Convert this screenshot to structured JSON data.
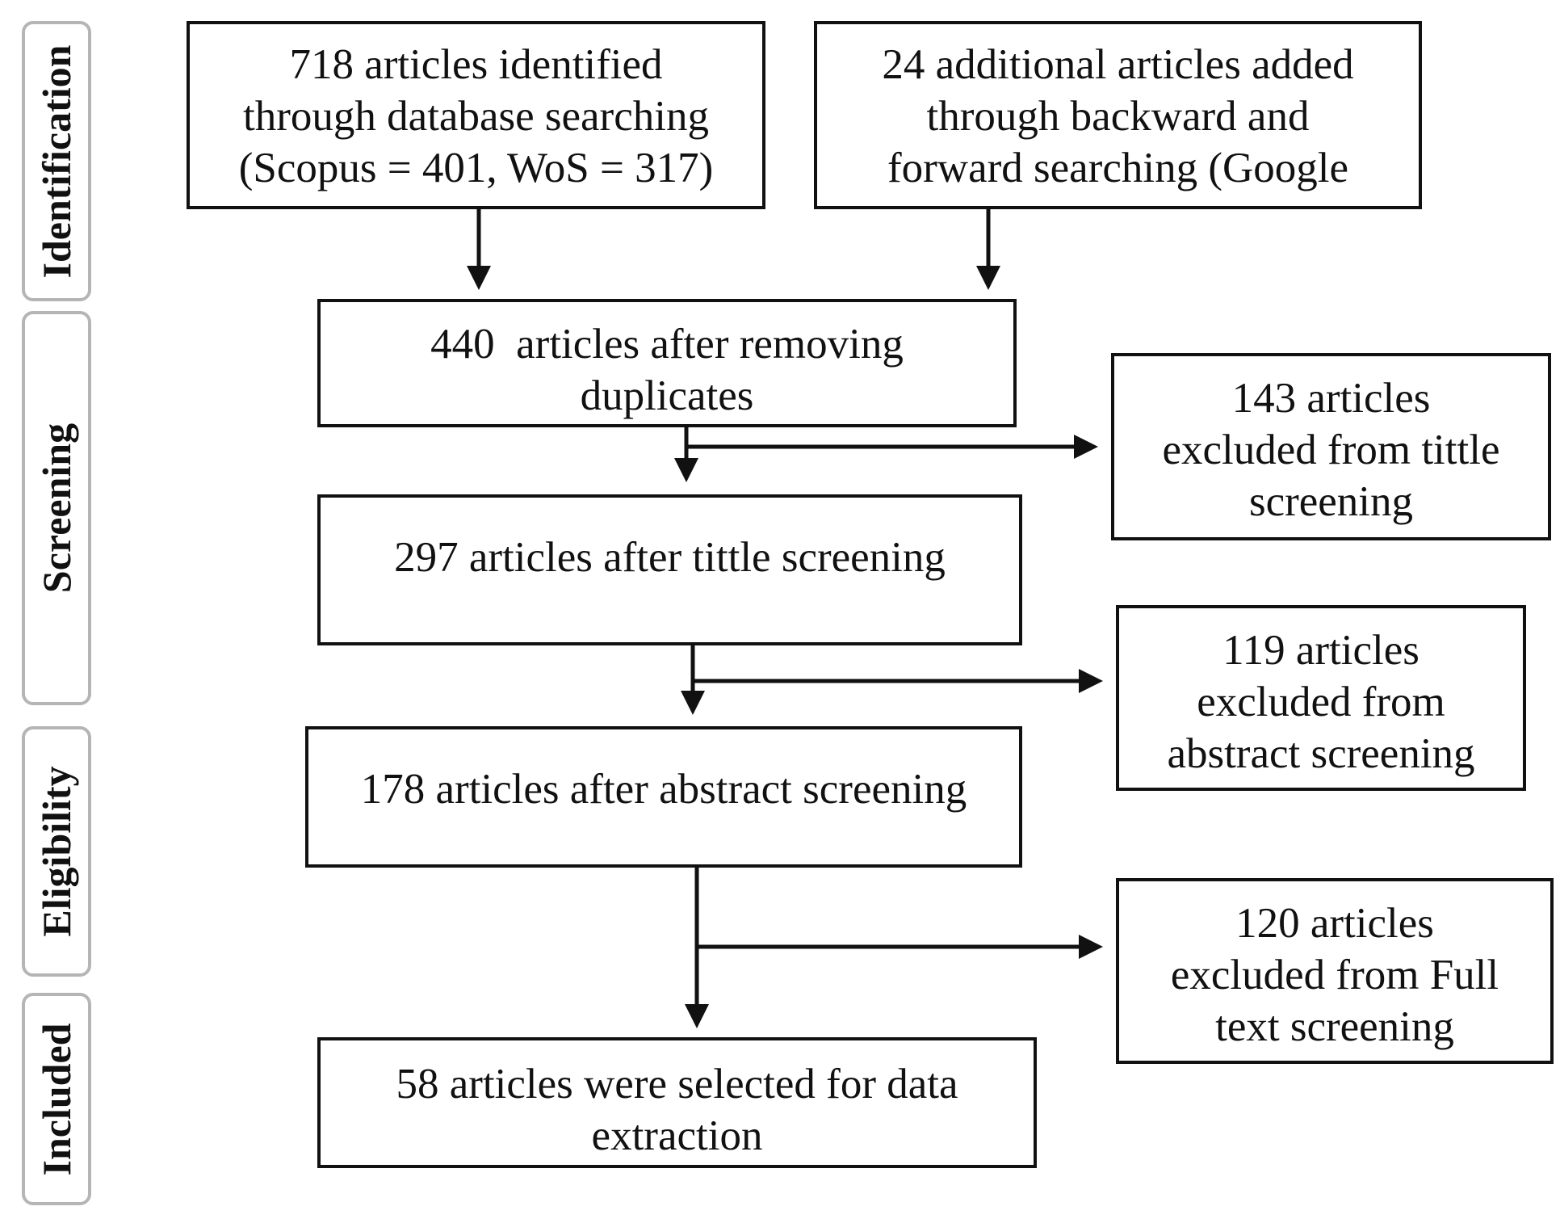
{
  "stages": [
    {
      "id": "identification",
      "label": "Identification"
    },
    {
      "id": "screening",
      "label": "Screening"
    },
    {
      "id": "eligibility",
      "label": "Eligibility"
    },
    {
      "id": "included",
      "label": "Included"
    }
  ],
  "boxes": {
    "database_search": [
      "718 articles identified",
      "through database searching",
      "(Scopus = 401, WoS = 317)"
    ],
    "additional_search": [
      "24 additional articles added",
      "through backward and",
      "forward searching (Google"
    ],
    "after_duplicates": [
      "440  articles after removing",
      "duplicates"
    ],
    "excluded_title": [
      "143 articles",
      "excluded from tittle",
      "screening"
    ],
    "after_title": [
      "297 articles after tittle screening"
    ],
    "excluded_abstract": [
      "119 articles",
      "excluded from",
      "abstract screening"
    ],
    "after_abstract": [
      "178 articles after abstract screening"
    ],
    "excluded_fulltext": [
      "120 articles",
      "excluded from Full",
      "text screening"
    ],
    "selected": [
      "58 articles were selected for data",
      "extraction"
    ]
  }
}
